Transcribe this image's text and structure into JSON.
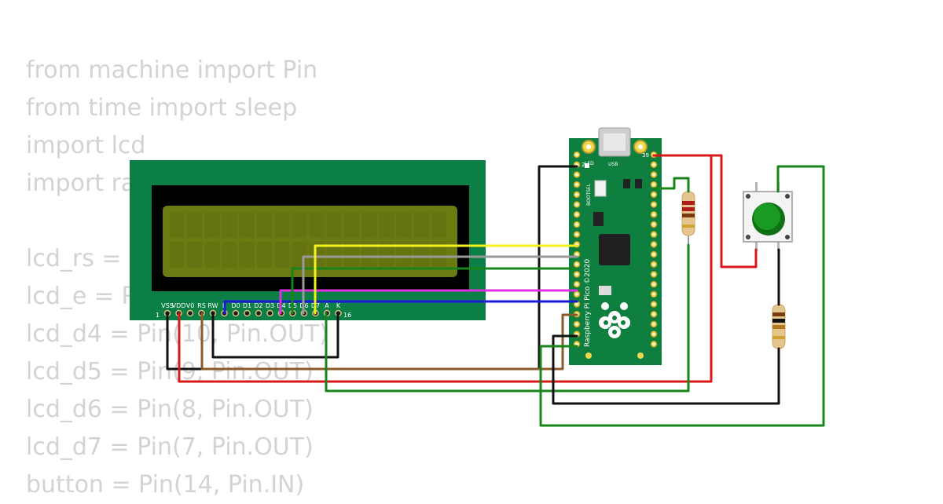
{
  "code_lines": [
    "from machine import Pin",
    "from time import sleep",
    "import lcd",
    "import ra",
    "",
    "lcd_rs = P",
    "lcd_e = P",
    "lcd_d4 = Pin(10, Pin.OUT)",
    "lcd_d5 = Pin(9, Pin.OUT)",
    "lcd_d6 = Pin(8, Pin.OUT)",
    "lcd_d7 = Pin(7, Pin.OUT)",
    "button = Pin(14, Pin.IN)"
  ],
  "lcd": {
    "pin_labels": [
      "VSS",
      "VDD",
      "V0",
      "RS",
      "RW",
      "E",
      "D0",
      "D1",
      "D2",
      "D3",
      "D4",
      "D5",
      "D6",
      "D7",
      "A",
      "K"
    ],
    "first_pin": "1",
    "last_pin": "16",
    "board_color": "#0b7f46",
    "screen_color": "#6b7a11"
  },
  "pico": {
    "board_label": "Raspberry Pi Pico ©2020",
    "led_label": "LED",
    "usb_label": "USB",
    "bootsel_label": "BOOTSEL",
    "pin_2": "2",
    "pin_39": "39",
    "board_color": "#0e7f3f"
  },
  "wire_colors": {
    "red": "#d8191c",
    "black": "#111111",
    "green": "#18841a",
    "yellow": "#f4f21a",
    "gray": "#9a9a9a",
    "magenta": "#e12ee1",
    "blue": "#1a1ad6",
    "brown": "#8a5a2b"
  }
}
